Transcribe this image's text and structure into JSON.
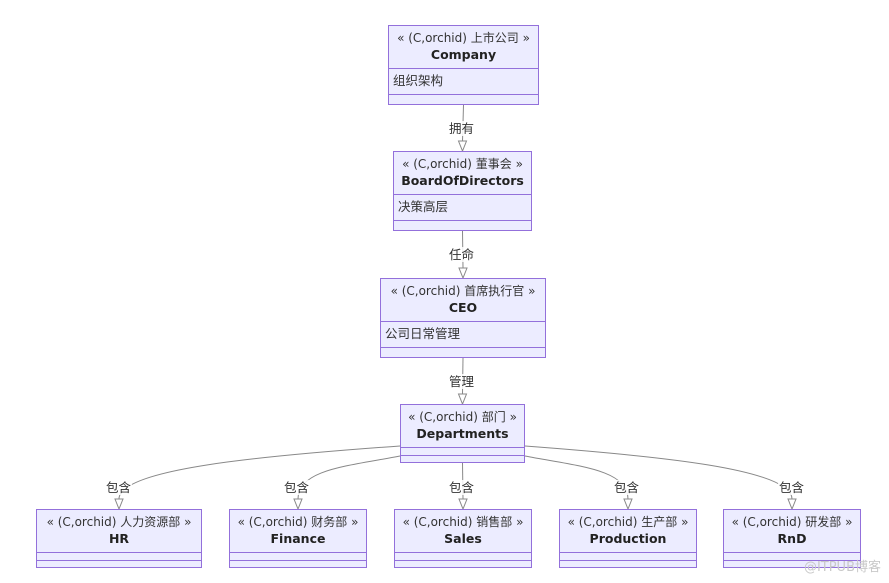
{
  "diagram": {
    "type": "class-diagram",
    "colors": {
      "node_fill": "#ECECFF",
      "node_border": "#9370DB",
      "edge": "#888888"
    },
    "nodes": [
      {
        "id": "company",
        "stereotype": "« (C,orchid) 上市公司 »",
        "name": "Company",
        "attribute": "组织架构"
      },
      {
        "id": "board",
        "stereotype": "« (C,orchid) 董事会 »",
        "name": "BoardOfDirectors",
        "attribute": "决策高层"
      },
      {
        "id": "ceo",
        "stereotype": "« (C,orchid) 首席执行官 »",
        "name": "CEO",
        "attribute": "公司日常管理"
      },
      {
        "id": "departments",
        "stereotype": "« (C,orchid) 部门 »",
        "name": "Departments",
        "attribute": ""
      },
      {
        "id": "hr",
        "stereotype": "« (C,orchid) 人力资源部 »",
        "name": "HR",
        "attribute": ""
      },
      {
        "id": "finance",
        "stereotype": "« (C,orchid) 财务部 »",
        "name": "Finance",
        "attribute": ""
      },
      {
        "id": "sales",
        "stereotype": "« (C,orchid) 销售部 »",
        "name": "Sales",
        "attribute": ""
      },
      {
        "id": "production",
        "stereotype": "« (C,orchid) 生产部 »",
        "name": "Production",
        "attribute": ""
      },
      {
        "id": "rnd",
        "stereotype": "« (C,orchid) 研发部 »",
        "name": "RnD",
        "attribute": ""
      }
    ],
    "edges": [
      {
        "from": "company",
        "to": "board",
        "label": "拥有"
      },
      {
        "from": "board",
        "to": "ceo",
        "label": "任命"
      },
      {
        "from": "ceo",
        "to": "departments",
        "label": "管理"
      },
      {
        "from": "departments",
        "to": "hr",
        "label": "包含"
      },
      {
        "from": "departments",
        "to": "finance",
        "label": "包含"
      },
      {
        "from": "departments",
        "to": "sales",
        "label": "包含"
      },
      {
        "from": "departments",
        "to": "production",
        "label": "包含"
      },
      {
        "from": "departments",
        "to": "rnd",
        "label": "包含"
      }
    ]
  },
  "watermark": "@ITPUB博客"
}
